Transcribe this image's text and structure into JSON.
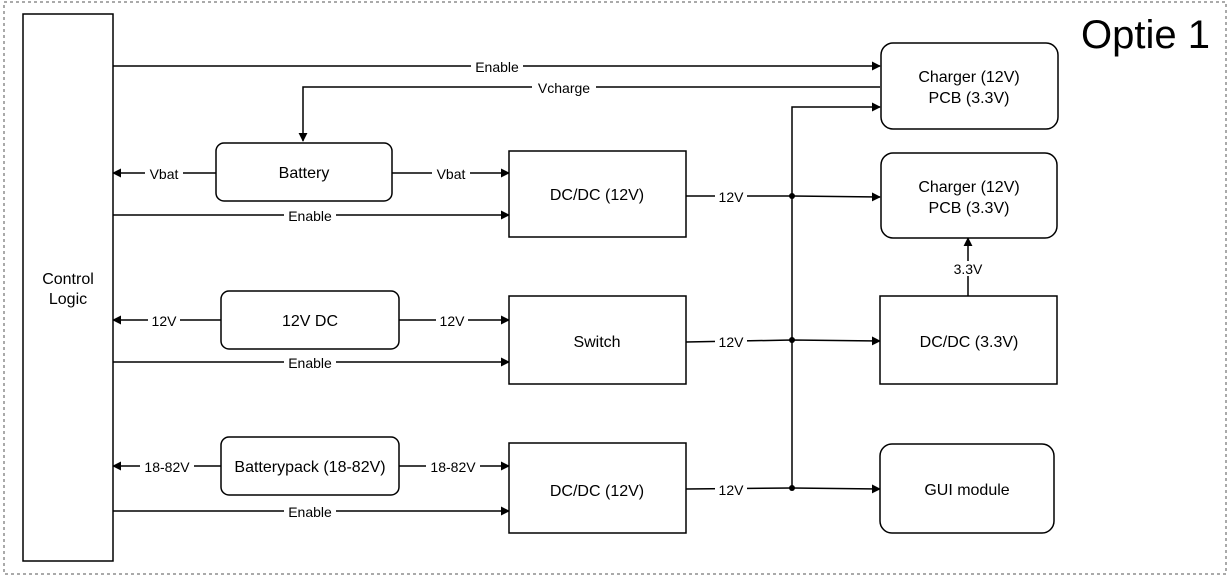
{
  "title": "Optie 1",
  "blocks": {
    "control_logic": [
      "Control",
      "Logic"
    ],
    "battery": "Battery",
    "dc12_dc": "12V DC",
    "batterypack": "Batterypack (18-82V)",
    "dcdc_top": "DC/DC (12V)",
    "switch": "Switch",
    "dcdc_bottom": "DC/DC (12V)",
    "charger_top": [
      "Charger (12V)",
      "PCB (3.3V)"
    ],
    "charger_mid": [
      "Charger (12V)",
      "PCB (3.3V)"
    ],
    "dcdc_33": "DC/DC (3.3V)",
    "gui": "GUI module"
  },
  "wires": {
    "enable_charger": "Enable",
    "vcharge": "Vcharge",
    "vbat_to_control": "Vbat",
    "vbat_to_dcdc": "Vbat",
    "enable_dcdc_top": "Enable",
    "v12_dcdc_top_out": "12V",
    "v12_dc_to_control": "12V",
    "v12_dc_to_switch": "12V",
    "enable_switch": "Enable",
    "v12_switch_out": "12V",
    "v3_3": "3.3V",
    "batt_to_control": "18-82V",
    "batt_to_dcdc": "18-82V",
    "enable_dcdc_bottom": "Enable",
    "v12_dcdc_bottom_out": "12V"
  }
}
